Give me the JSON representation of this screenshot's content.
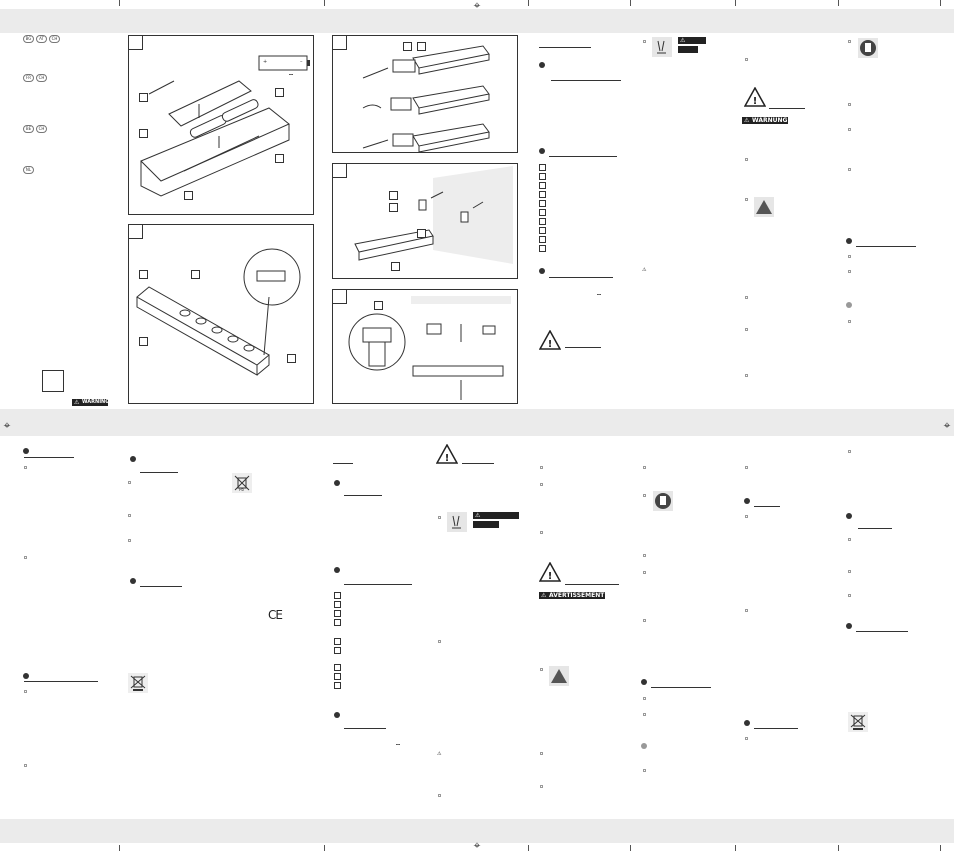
{
  "languages_block1": [
    "BG",
    "AT",
    "CH"
  ],
  "languages_block2": [
    "FR",
    "CH"
  ],
  "languages_block3": [
    "BE",
    "CH"
  ],
  "languages_block4": [
    "NL"
  ],
  "warnings": {
    "warnung_de": "WARNUNG!",
    "avertissement_fr": "AVERTISSEMENT !",
    "warning_small": "WARNING"
  },
  "marks": {
    "ce": "CE",
    "dc_symbol": "⎓",
    "dc_symbol_2": "⎓",
    "dc_symbol_3": "⎓",
    "battery_plus": "+",
    "battery_minus": "–",
    "weee_label": "Pb"
  },
  "colors": {
    "band": "#ebebeb",
    "line": "#333333",
    "warning_fill": "#222222"
  }
}
